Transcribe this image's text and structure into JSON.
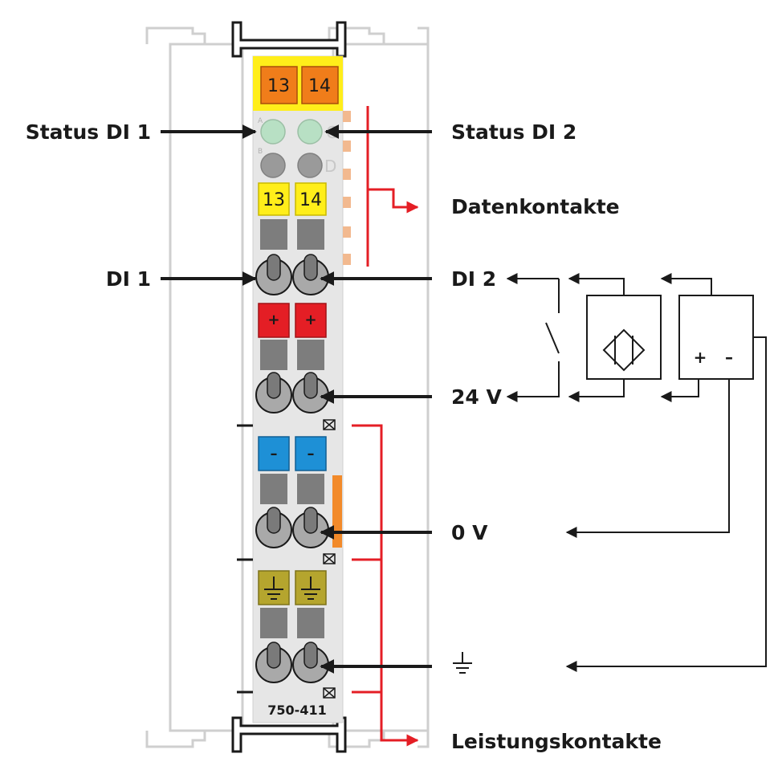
{
  "module": {
    "model": "750-411",
    "terminal_tags_top": [
      "13",
      "14"
    ],
    "terminal_tags_lower": [
      "13",
      "14"
    ],
    "led_rows": [
      "A",
      "B"
    ],
    "side_letters": [
      "C",
      "D"
    ],
    "plus_symbol": "+",
    "minus_symbol": "–"
  },
  "labels": {
    "status_di1": "Status DI 1",
    "status_di2": "Status DI 2",
    "datenkontakte": "Datenkontakte",
    "di1": "DI 1",
    "di2": "DI 2",
    "v24": "24 V",
    "v0": "0 V",
    "leistungskontakte": "Leistungskontakte"
  },
  "sensor": {
    "plus": "+",
    "minus": "–"
  },
  "colors": {
    "housing": "#e6e6e6",
    "tag_orange": "#f07d1a",
    "tag_yellow": "#ffee1a",
    "led_green": "#b8e0c4",
    "led_grey": "#9a9a9a",
    "plus_red": "#e41e25",
    "minus_blue": "#1e90d6",
    "ground_olive": "#b5a52e",
    "red_line": "#e41e25",
    "black_line": "#1a1a1a"
  }
}
